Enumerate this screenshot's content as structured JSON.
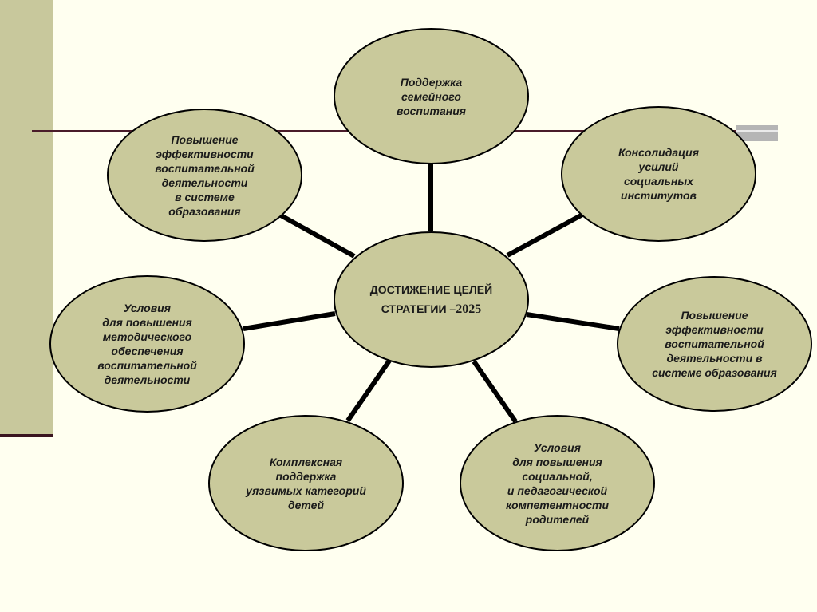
{
  "center": {
    "line1": "ДОСТИЖЕНИЕ ЦЕЛЕЙ",
    "line2": "СТРАТЕГИИ –",
    "year": "2025"
  },
  "nodes": {
    "top": "Поддержка\nсемейного\nвоспитания",
    "top_left": "Повышение\nэффективности\nвоспитательной\nдеятельности\nв системе\nобразования",
    "top_right": "Консолидация\nусилий\nсоциальных\nинститутов",
    "mid_left": "Условия\nдля повышения\nметодического\nобеспечения\nвоспитательной\nдеятельности",
    "mid_right": "Повышение\nэффективности\nвоспитательной\nдеятельности в\nсистеме образования",
    "bottom_left": "Комплексная\nподдержка\nуязвимых категорий\nдетей",
    "bottom_right": "Условия\nдля повышения\nсоциальной,\nи педагогической\nкомпетентности\nродителей"
  },
  "colors": {
    "node_fill": "#c9c99b",
    "background": "#fffff0",
    "side_bar": "#c8c89c"
  }
}
